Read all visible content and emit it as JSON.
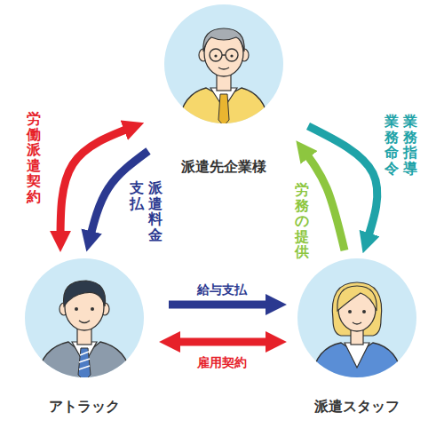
{
  "diagram": {
    "nodes": [
      {
        "text": [
          "派遣先企業様"
        ]
      },
      {
        "text": [
          "アトラック"
        ]
      },
      {
        "text": [
          "派遣スタッフ"
        ]
      }
    ],
    "edges": [
      {
        "from": 0,
        "to": 1,
        "label": "労働派遣契約",
        "arrow": "both"
      },
      {
        "from": 0,
        "to": 1,
        "label": "派遣料金支払",
        "arrow": "to"
      },
      {
        "from": 0,
        "to": 2,
        "label": "業務指導 業務命令",
        "arrow": "to"
      },
      {
        "from": 2,
        "to": 0,
        "label": "労務の提供",
        "arrow": "to"
      },
      {
        "from": 1,
        "to": 2,
        "label": "給与支払",
        "arrow": "to"
      },
      {
        "from": 1,
        "to": 2,
        "label": "雇用契約",
        "arrow": "both"
      }
    ]
  }
}
